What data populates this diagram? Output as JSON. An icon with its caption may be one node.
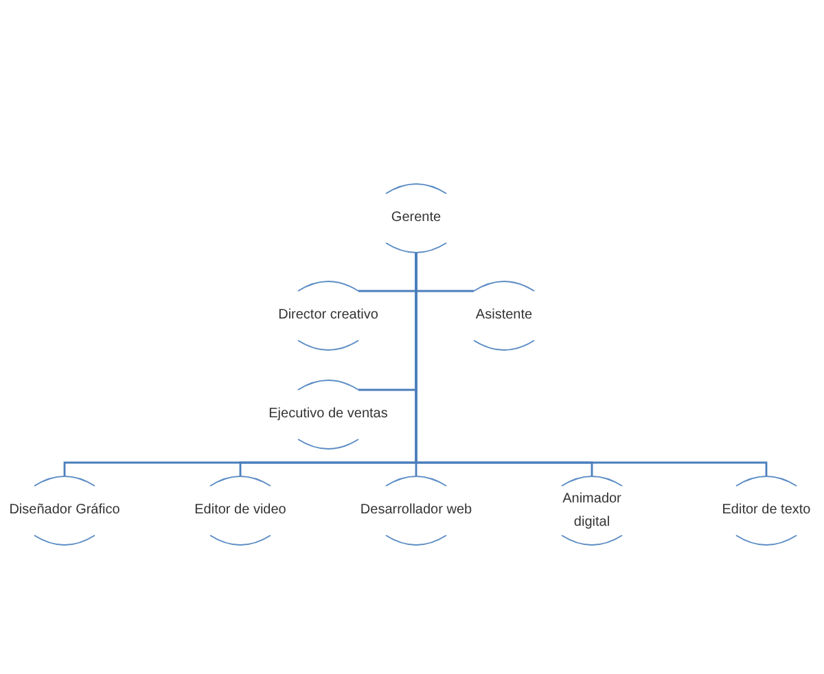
{
  "diagram": {
    "nodes": [
      {
        "text": [
          "Gerente"
        ]
      },
      {
        "text": [
          "Director creativo"
        ]
      },
      {
        "text": [
          "Asistente"
        ]
      },
      {
        "text": [
          "Ejecutivo de ventas"
        ]
      },
      {
        "text": [
          "Diseñador Gráfico"
        ]
      },
      {
        "text": [
          "Editor de video"
        ]
      },
      {
        "text": [
          "Desarrollador web"
        ]
      },
      {
        "text": [
          "Animador digital"
        ]
      },
      {
        "text": [
          "Editor de texto"
        ]
      }
    ],
    "edges": [
      {
        "from": 0,
        "to": 1,
        "arrow": "none"
      },
      {
        "from": 0,
        "to": 2,
        "arrow": "none"
      },
      {
        "from": 0,
        "to": 3,
        "arrow": "none"
      },
      {
        "from": 0,
        "to": 4,
        "arrow": "none"
      },
      {
        "from": 0,
        "to": 5,
        "arrow": "none"
      },
      {
        "from": 0,
        "to": 6,
        "arrow": "none"
      },
      {
        "from": 0,
        "to": 7,
        "arrow": "none"
      },
      {
        "from": 0,
        "to": 8,
        "arrow": "none"
      }
    ]
  }
}
